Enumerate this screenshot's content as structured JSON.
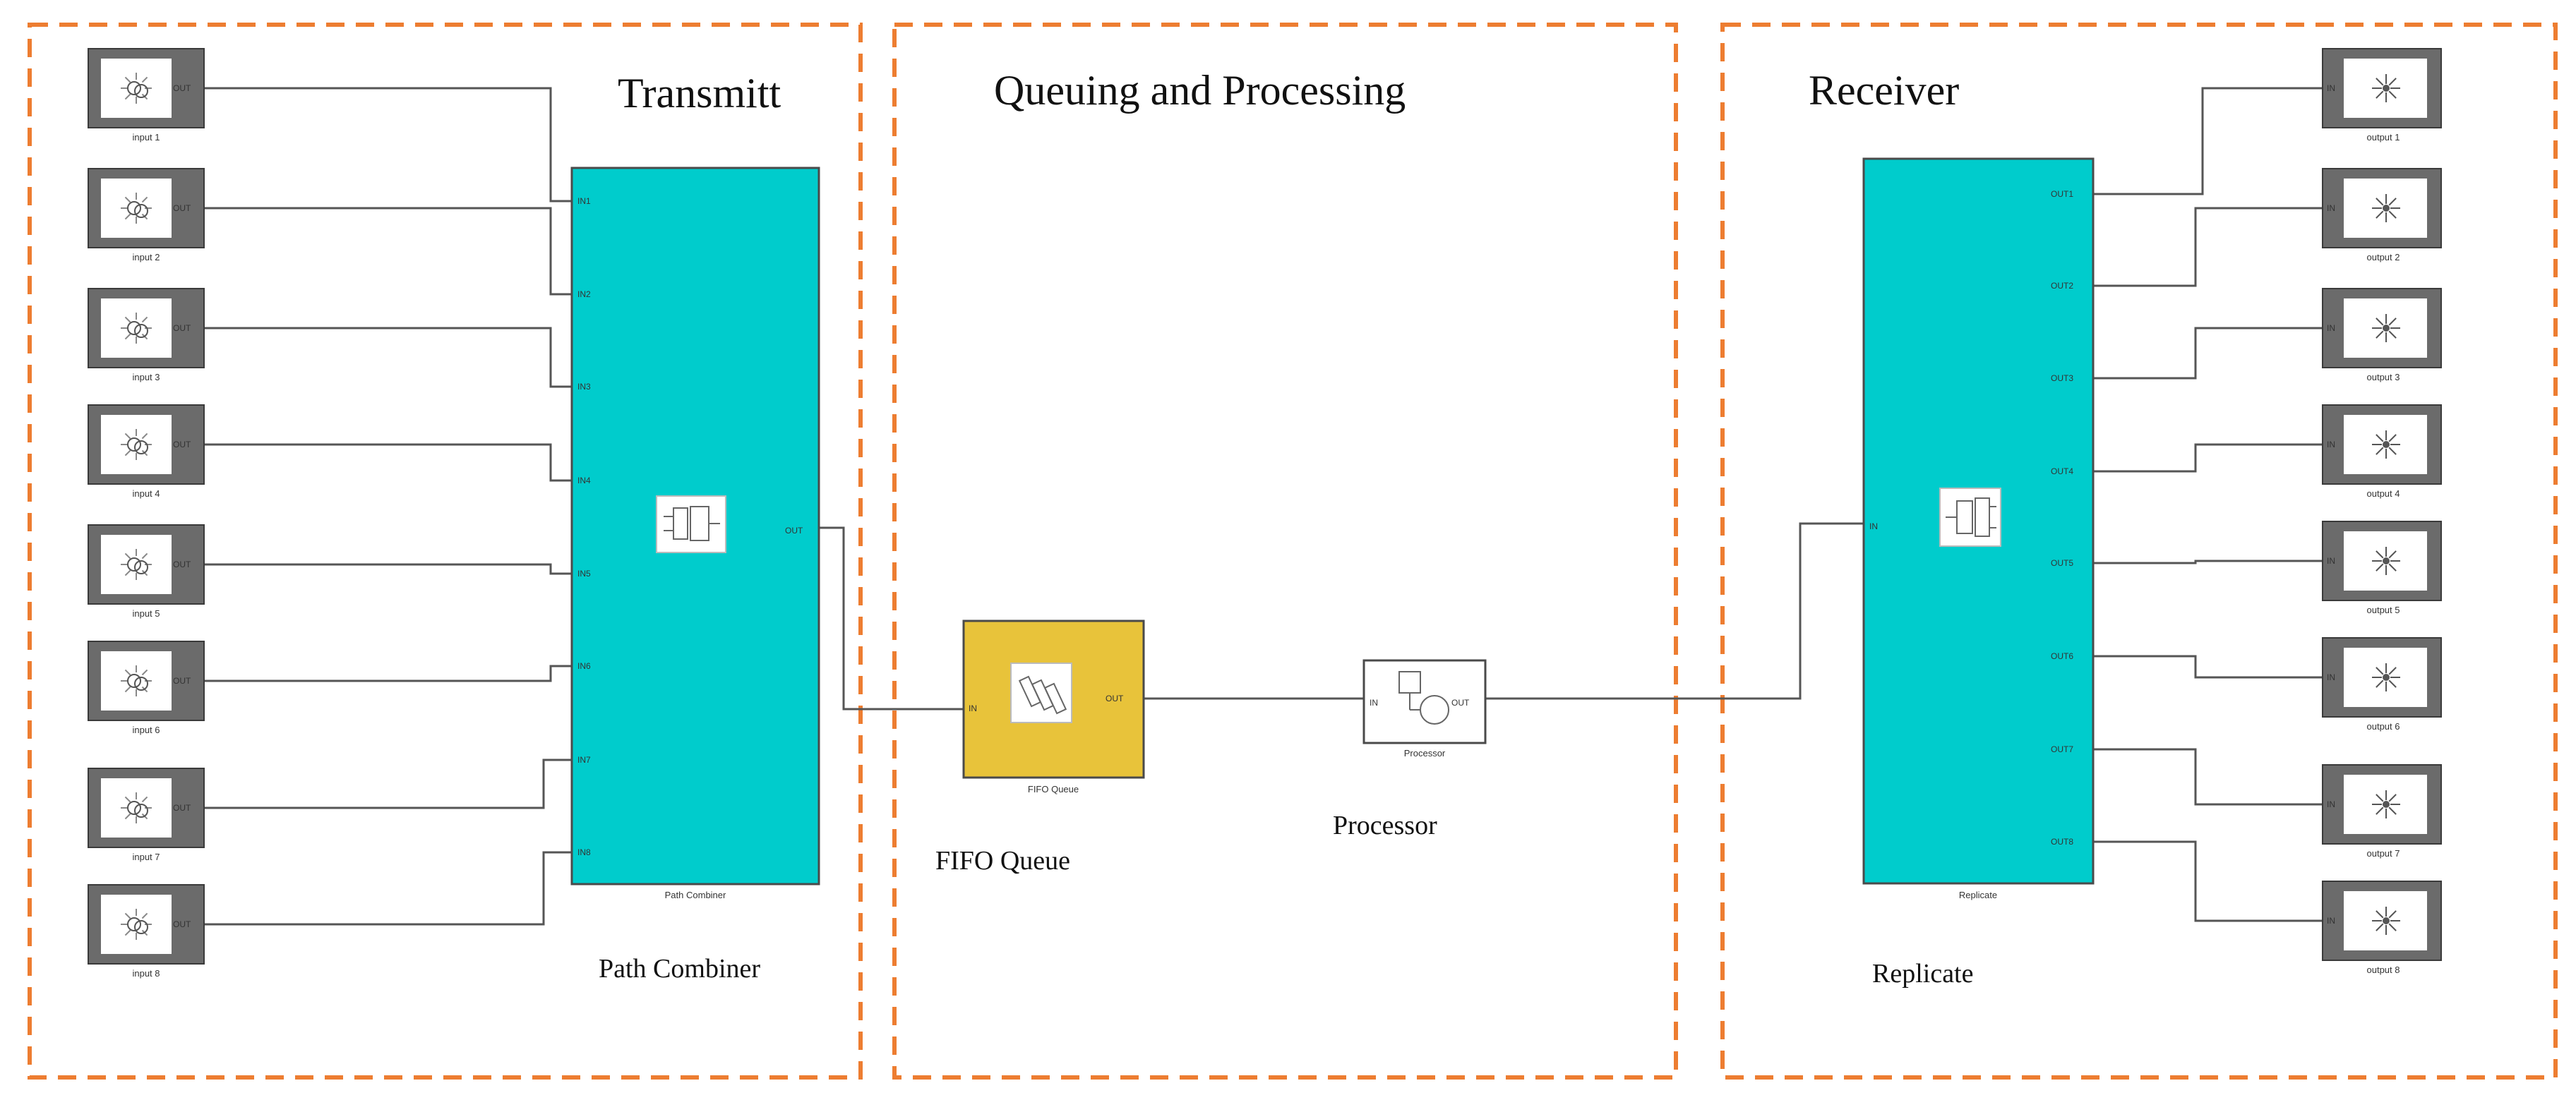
{
  "sections": {
    "transmit": {
      "title": "Transmitt"
    },
    "queue": {
      "title": "Queuing and Processing"
    },
    "receive": {
      "title": "Receiver"
    }
  },
  "inputs": [
    {
      "label": "input 1",
      "port": "OUT"
    },
    {
      "label": "input 2",
      "port": "OUT"
    },
    {
      "label": "input 3",
      "port": "OUT"
    },
    {
      "label": "input 4",
      "port": "OUT"
    },
    {
      "label": "input 5",
      "port": "OUT"
    },
    {
      "label": "input 6",
      "port": "OUT"
    },
    {
      "label": "input 7",
      "port": "OUT"
    },
    {
      "label": "input 8",
      "port": "OUT"
    }
  ],
  "path_combiner": {
    "block_label": "Path Combiner",
    "caption": "Path Combiner",
    "in_ports": [
      "IN1",
      "IN2",
      "IN3",
      "IN4",
      "IN5",
      "IN6",
      "IN7",
      "IN8"
    ],
    "out_port": "OUT"
  },
  "fifo": {
    "block_label": "FIFO Queue",
    "caption": "FIFO Queue",
    "in_port": "IN",
    "out_port": "OUT"
  },
  "processor": {
    "block_label": "Processor",
    "caption": "Processor",
    "in_port": "IN",
    "out_port": "OUT"
  },
  "replicate": {
    "block_label": "Replicate",
    "caption": "Replicate",
    "in_port": "IN",
    "out_ports": [
      "OUT1",
      "OUT2",
      "OUT3",
      "OUT4",
      "OUT5",
      "OUT6",
      "OUT7",
      "OUT8"
    ]
  },
  "outputs": [
    {
      "label": "output 1",
      "port": "IN"
    },
    {
      "label": "output 2",
      "port": "IN"
    },
    {
      "label": "output 3",
      "port": "IN"
    },
    {
      "label": "output 4",
      "port": "IN"
    },
    {
      "label": "output 5",
      "port": "IN"
    },
    {
      "label": "output 6",
      "port": "IN"
    },
    {
      "label": "output 7",
      "port": "IN"
    },
    {
      "label": "output 8",
      "port": "IN"
    }
  ],
  "colors": {
    "section_border": "#ed7d31",
    "combiner_fill": "#00cccc",
    "fifo_fill": "#e8c33a",
    "block_frame": "#666666",
    "wire": "#555555"
  }
}
